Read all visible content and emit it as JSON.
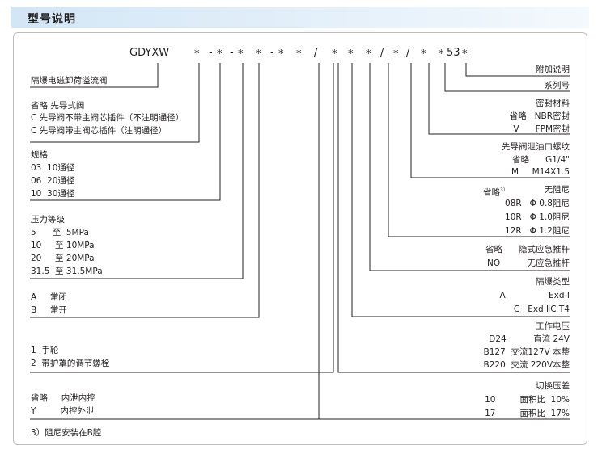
{
  "page_title": "型号说明",
  "code": {
    "model": "GDYXW",
    "tokens": [
      "*",
      "-",
      "*",
      "-",
      "*",
      "*",
      "-",
      "*",
      "*",
      "/",
      "*",
      "*",
      "*",
      "/",
      "*",
      "/",
      "*",
      "*",
      "53",
      "*"
    ]
  },
  "left": {
    "name": "隔爆电磁卸荷溢流阀",
    "pilot": [
      "省略 先导式阀",
      "C 先导阀不带主阀芯插件（不注明通径）",
      "C 先导阀带主阀芯插件（注明通径）"
    ],
    "spec": [
      "规格",
      "03  10通径",
      "06  20通径",
      "10  30通径"
    ],
    "pressure": [
      "压力等级",
      "5      至  5MPa",
      "10     至 10MPa",
      "20     至 20MPa",
      "31.5  至 31.5MPa"
    ],
    "normal": [
      "A     常闭",
      "B     常开"
    ],
    "adjust": [
      "1  手轮",
      "2  带护罩的调节螺栓"
    ],
    "drain": [
      "省略     内泄内控",
      "Y         内控外泄"
    ],
    "footnote": "3）阻尼安装在B腔"
  },
  "right": {
    "extra": "附加说明",
    "series": "系列号",
    "seal": [
      "密封材料",
      "省略   NBR密封",
      "V      FPM密封"
    ],
    "thread": [
      "先导阀泄油口螺纹",
      "省略      G1/4\"",
      "M     M14X1.5"
    ],
    "damping": {
      "omit": "省略",
      "sup": "3）",
      "none": "无阻尼",
      "rows": [
        "08R   Φ 0.8阻尼",
        "10R   Φ 1.0阻尼",
        "12R   Φ 1.2阻尼"
      ]
    },
    "emergency": [
      "省略      隐式应急推杆",
      "NO          无应急推杆"
    ],
    "explosion": [
      "隔爆类型",
      "A                Exd Ⅰ",
      "C   Exd ⅡC T4"
    ],
    "voltage": [
      "工作电压",
      "D24          直流 24V",
      "B127  交流127V 本整",
      "B220  交流 220V本整"
    ],
    "switch": [
      "切换压差",
      "10         面积比  10%",
      "17         面积比  17%"
    ]
  }
}
